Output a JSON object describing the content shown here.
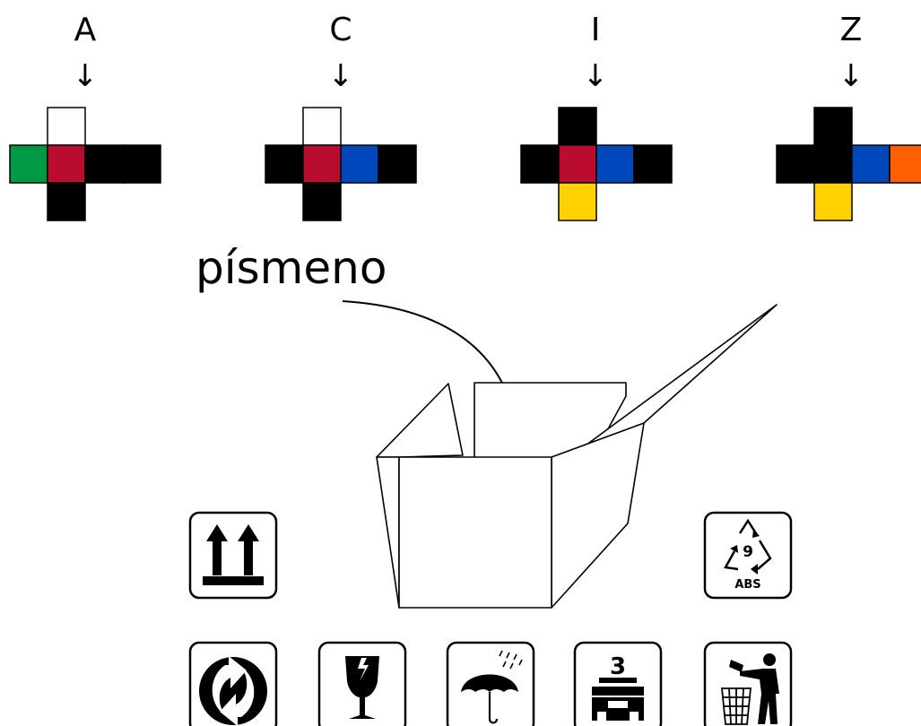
{
  "letters": [
    {
      "letter": "A",
      "arrow": "↓",
      "cells": {
        "top": "white",
        "left": "green",
        "center": "red",
        "right1": "black",
        "right2": "black",
        "bottom": "black"
      }
    },
    {
      "letter": "C",
      "arrow": "↓",
      "cells": {
        "top": "white",
        "left": "black",
        "center": "red",
        "right1": "blue",
        "right2": "black",
        "bottom": "black"
      }
    },
    {
      "letter": "I",
      "arrow": "↓",
      "cells": {
        "top": "black",
        "left": "black",
        "center": "red",
        "right1": "blue",
        "right2": "black",
        "bottom": "yellow"
      }
    },
    {
      "letter": "Z",
      "arrow": "↓",
      "cells": {
        "top": "black",
        "left": "black",
        "center": "black",
        "right1": "blue",
        "right2": "orange",
        "bottom": "yellow"
      }
    }
  ],
  "palette": {
    "white": "#ffffff",
    "black": "#000000",
    "green": "#009a44",
    "red": "#ba0c2f",
    "blue": "#0047bb",
    "yellow": "#ffd100",
    "orange": "#ff5f00"
  },
  "box_label": "písmeno",
  "icons_row1": [
    {
      "name": "this-way-up-icon"
    },
    {
      "name": "recycling-abs-icon",
      "code": "9",
      "material": "ABS"
    }
  ],
  "icons_row2": [
    {
      "name": "green-dot-icon"
    },
    {
      "name": "fragile-glass-icon"
    },
    {
      "name": "keep-dry-umbrella-icon"
    },
    {
      "name": "stacking-limit-icon",
      "limit": "3"
    },
    {
      "name": "tidyman-icon"
    }
  ]
}
